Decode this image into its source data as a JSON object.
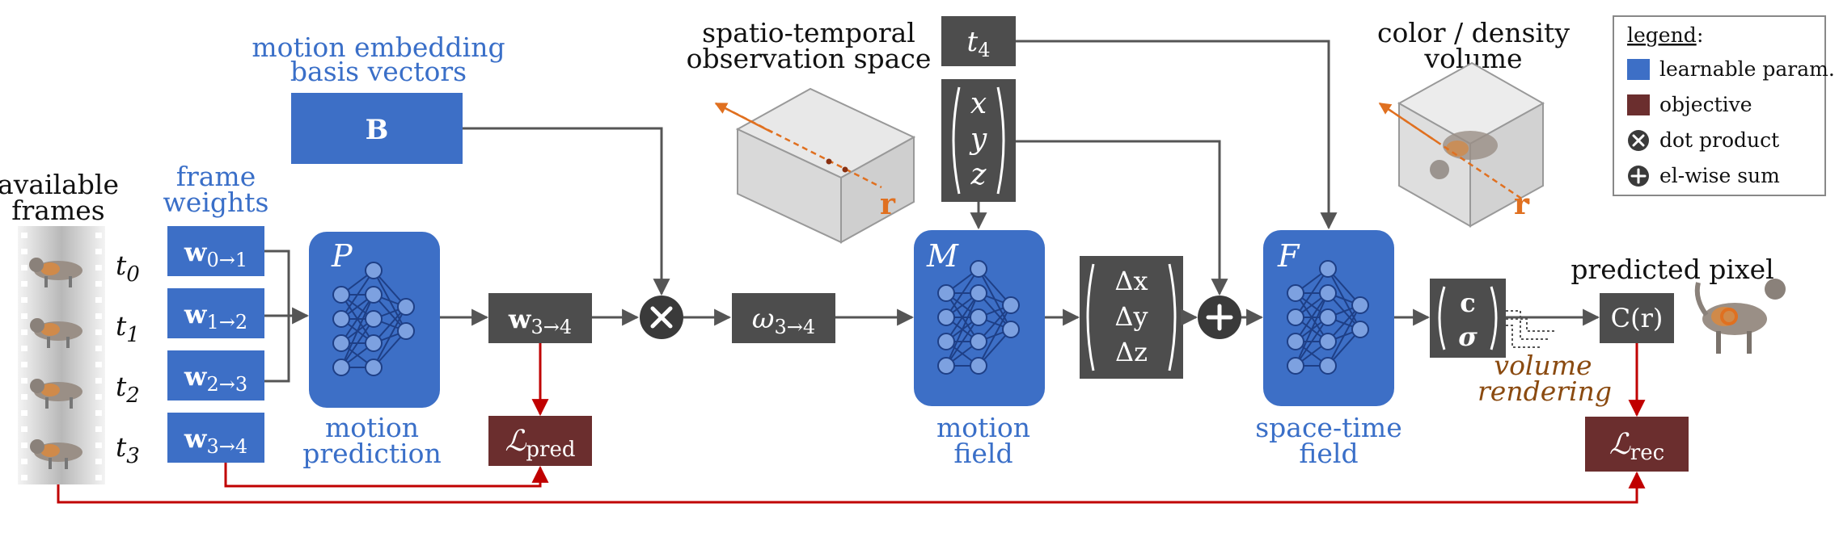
{
  "labels": {
    "available_frames_1": "available",
    "available_frames_2": "frames",
    "frame_weights_1": "frame",
    "frame_weights_2": "weights",
    "basis_1": "motion embedding",
    "basis_2": "basis vectors",
    "spacetime_obs_1": "spatio-temporal",
    "spacetime_obs_2": "observation space",
    "color_density_1": "color / density",
    "color_density_2": "volume",
    "motion_prediction_1": "motion",
    "motion_prediction_2": "prediction",
    "motion_field_1": "motion",
    "motion_field_2": "field",
    "spacetime_field_1": "space-time",
    "spacetime_field_2": "field",
    "predicted_pixel": "predicted pixel",
    "volume_rendering_1": "volume",
    "volume_rendering_2": "rendering"
  },
  "time_labels": [
    "t",
    "t",
    "t",
    "t"
  ],
  "time_subs": [
    "0",
    "1",
    "2",
    "3"
  ],
  "frame_weights": [
    {
      "sym": "w",
      "sub": "0→1"
    },
    {
      "sym": "w",
      "sub": "1→2"
    },
    {
      "sym": "w",
      "sub": "2→3"
    },
    {
      "sym": "w",
      "sub": "3→4"
    }
  ],
  "boxes": {
    "basis": "B",
    "net_p": "P",
    "net_m": "M",
    "net_f": "F",
    "w_pred_sym": "w",
    "w_pred_sub": "3→4",
    "omega_sym": "ω",
    "omega_sub": "3→4",
    "t4_sym": "t",
    "t4_sub": "4",
    "xyz": [
      "x",
      "y",
      "z"
    ],
    "dxyz": [
      "Δx",
      "Δy",
      "Δz"
    ],
    "c_sigma": [
      "c",
      "σ"
    ],
    "c_r": "C(r)",
    "loss_pred_sym": "ℒ",
    "loss_pred_sub": "pred",
    "loss_rec_sym": "ℒ",
    "loss_rec_sub": "rec",
    "ray": "r"
  },
  "legend": {
    "title": "legend",
    "items": [
      "learnable param.",
      "objective",
      "dot product",
      "el-wise sum"
    ]
  },
  "colors": {
    "learnable": "#3d6fc6",
    "objective": "#6b2e2e",
    "dark": "#4d4d4d",
    "arrow": "#555555",
    "red_arrow": "#c00000",
    "blue_text": "#3a6fc8",
    "ray": "#e07020"
  }
}
